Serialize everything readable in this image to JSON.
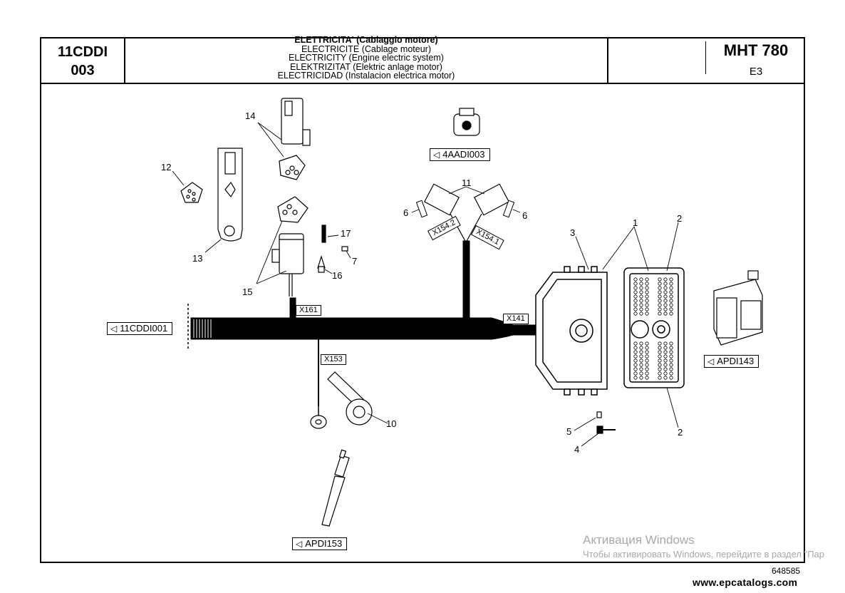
{
  "header": {
    "code_line1": "11CDDI",
    "code_line2": "003",
    "titles": [
      "ELETTRICITA' (Cablaggio motore)",
      "ELECTRICITE (Cablage moteur)",
      "ELECTRICITY (Engine electric system)",
      "ELEKTRIZITAT (Elektric anlage motor)",
      "ELECTRICIDAD (Instalacion electrica motor)"
    ],
    "model": "MHT 780",
    "model_sub": "E3"
  },
  "references": {
    "ref_top": "4AADI003",
    "ref_left": "11CDDI001",
    "ref_right": "APDI143",
    "ref_bottom": "APDI153"
  },
  "connectors": {
    "x161": "X161",
    "x153": "X153",
    "x141": "X141",
    "x154_2": "X154.2",
    "x154_1": "X154.1"
  },
  "part_numbers": {
    "p1": "1",
    "p2a": "2",
    "p2b": "2",
    "p3": "3",
    "p4": "4",
    "p5": "5",
    "p6a": "6",
    "p6b": "6",
    "p7": "7",
    "p10": "10",
    "p11": "11",
    "p12": "12",
    "p13": "13",
    "p14": "14",
    "p15": "15",
    "p16": "16",
    "p17": "17"
  },
  "colors": {
    "line": "#000000",
    "harness": "#000000",
    "watermark": "#a8a8a8"
  },
  "watermark": {
    "line1": "Активация Windows",
    "line2": "Чтобы активировать Windows, перейдите в раздел \"Пар"
  },
  "footer": {
    "drawing_number": "648585",
    "site": "www.epcatalogs.com"
  }
}
